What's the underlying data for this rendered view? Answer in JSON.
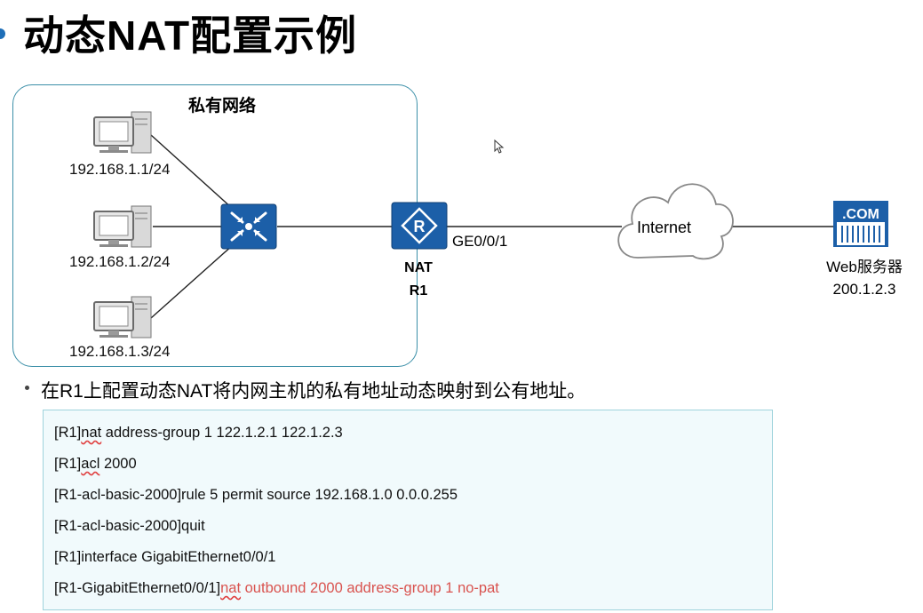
{
  "title": "动态NAT配置示例",
  "diagram": {
    "private_network_label": "私有网络",
    "hosts": [
      "192.168.1.1/24",
      "192.168.1.2/24",
      "192.168.1.3/24"
    ],
    "router_label_1": "NAT",
    "router_label_2": "R1",
    "interface_label": "GE0/0/1",
    "internet_label": "Internet",
    "server_badge": ".COM",
    "server_name": "Web服务器",
    "server_ip": "200.1.2.3"
  },
  "bullet": "在R1上配置动态NAT将内网主机的私有地址动态映射到公有地址。",
  "commands": [
    {
      "prefix": "[R1]",
      "keyword": "nat",
      "rest": " address-group 1 122.1.2.1 122.1.2.3",
      "highlight": ""
    },
    {
      "prefix": "[R1]",
      "keyword": "acl",
      "rest": " 2000",
      "highlight": ""
    },
    {
      "prefix": "[R1-acl-basic-2000]rule 5 permit source 192.168.1.0 0.0.0.255",
      "keyword": "",
      "rest": "",
      "highlight": ""
    },
    {
      "prefix": "[R1-acl-basic-2000]quit",
      "keyword": "",
      "rest": "",
      "highlight": ""
    },
    {
      "prefix": "[R1]interface GigabitEthernet0/0/1",
      "keyword": "",
      "rest": "",
      "highlight": ""
    },
    {
      "prefix": "[R1-GigabitEthernet0/0/1]",
      "keyword": "nat",
      "rest": "",
      "highlight": " outbound 2000 address-group 1 no-pat"
    }
  ],
  "colors": {
    "device_blue": "#1c5fa8",
    "highlight_red": "#d9534f",
    "box_border": "#3b8fa8",
    "code_bg": "#f1fafc"
  }
}
